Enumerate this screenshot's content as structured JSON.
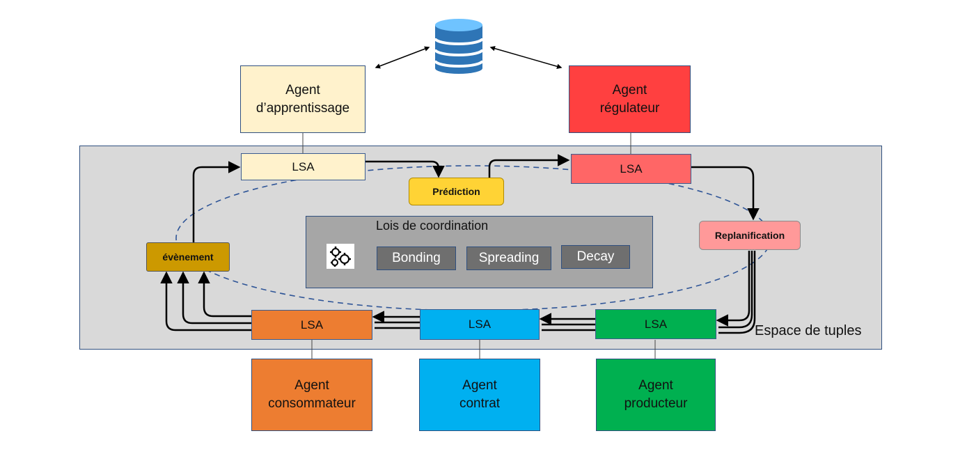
{
  "agents": {
    "learning": {
      "line1": "Agent",
      "line2": "d’apprentissage"
    },
    "regulator": {
      "line1": "Agent",
      "line2": "régulateur"
    },
    "consumer": {
      "line1": "Agent",
      "line2": "consommateur"
    },
    "contract": {
      "line1": "Agent",
      "line2": "contrat"
    },
    "producer": {
      "line1": "Agent",
      "line2": "producteur"
    }
  },
  "lsa_label": "LSA",
  "prediction": "Prédiction",
  "replanning": "Replanification",
  "event": "évènement",
  "coordination": {
    "title": "Lois de coordination",
    "laws": [
      "Bonding",
      "Spreading",
      "Decay"
    ]
  },
  "tuple_space_label": "Espace de tuples",
  "icons": [
    "database-icon",
    "gears-icon"
  ],
  "colors": {
    "learning": "#fff2cc",
    "regulator": "#ff4040",
    "regulator_lsa": "#ff6666",
    "prediction": "#ffd335",
    "replanning": "#ff9999",
    "event": "#cc9900",
    "consumer": "#ed7d31",
    "contract": "#00b0f0",
    "producer": "#00b050",
    "database": "#2e75b6",
    "space": "#d9d9d9"
  }
}
